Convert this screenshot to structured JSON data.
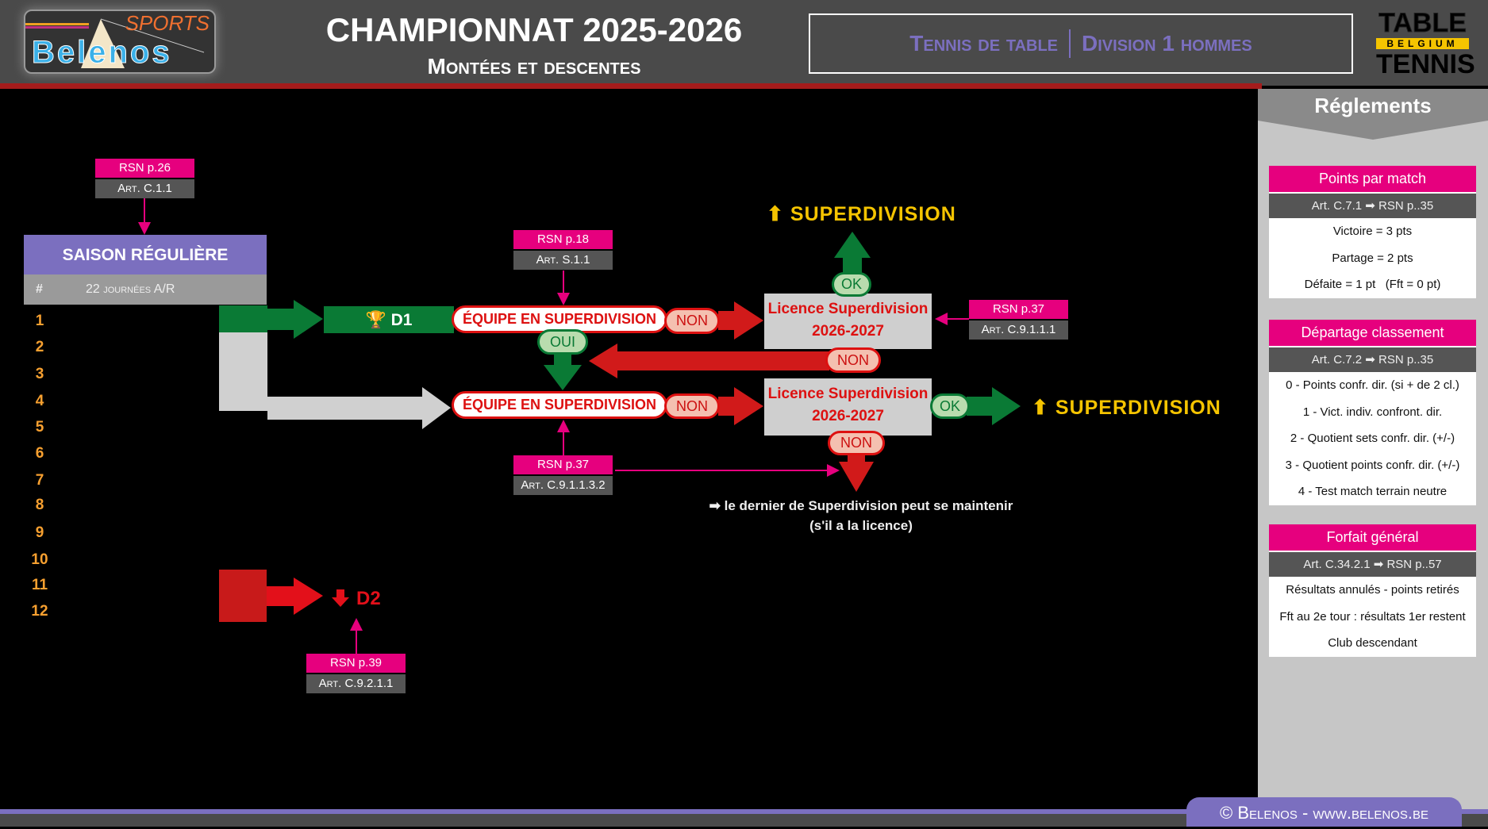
{
  "header": {
    "logo_text": "Belenos",
    "logo_sports": "SPORTS",
    "title": "CHAMPIONNAT 2025-2026",
    "subtitle": "Montées et descentes",
    "sport": "Tennis de table",
    "division": "Division 1 hommes",
    "tt_logo": {
      "top": "TABLE",
      "mid": "BELGIUM",
      "bottom": "TENNIS"
    }
  },
  "colors": {
    "pink": "#e6007e",
    "green": "#0a7a35",
    "red": "#d11a1a",
    "purple": "#7b6fbf",
    "gold": "#f5c400",
    "orange": "#f7a030"
  },
  "left": {
    "rsn_top": {
      "rsn": "RSN p.26",
      "art": "Art. C.1.1"
    },
    "saison": "SAISON RÉGULIÈRE",
    "hash": "#",
    "journees": "22 journées A/R",
    "ranks": [
      "1",
      "2",
      "3",
      "4",
      "5",
      "6",
      "7",
      "8",
      "9",
      "10",
      "11",
      "12"
    ]
  },
  "flow": {
    "d1": "D1",
    "equipe1": "ÉQUIPE EN SUPERDIVISION",
    "equipe2": "ÉQUIPE EN SUPERDIVISION",
    "non": "NON",
    "oui": "OUI",
    "ok": "OK",
    "licence": "Licence Superdivision",
    "licence_year": "2026-2027",
    "superdivision": "SUPERDIVISION",
    "d2": "D2",
    "rsn_p18": {
      "rsn": "RSN p.18",
      "art": "Art. S.1.1"
    },
    "rsn_p37_right": {
      "rsn": "RSN p.37",
      "art": "Art. C.9.1.1.1"
    },
    "rsn_p37_bottom": {
      "rsn": "RSN p.37",
      "art": "Art. C.9.1.1.3.2"
    },
    "rsn_p39": {
      "rsn": "RSN p.39",
      "art": "Art. C.9.2.1.1"
    },
    "note_line1": "le dernier de Superdivision peut se maintenir",
    "note_line2": "(s'il a la licence)"
  },
  "rules": {
    "title": "Réglements",
    "boxes": [
      {
        "title": "Points par match",
        "ref": "Art. C.7.1 ➡ RSN p..35",
        "lines": [
          "Victoire = 3 pts",
          "Partage = 2 pts",
          "Défaite = 1 pt   (Fft = 0 pt)"
        ]
      },
      {
        "title": "Départage classement",
        "ref": "Art. C.7.2 ➡ RSN p..35",
        "lines": [
          "0 - Points confr. dir. (si + de 2 cl.)",
          "1 - Vict. indiv. confront. dir.",
          "2 - Quotient sets confr. dir. (+/-)",
          "3 - Quotient points confr. dir. (+/-)",
          "4 - Test match terrain neutre"
        ]
      },
      {
        "title": "Forfait général",
        "ref": "Art. C.34.2.1 ➡ RSN p..57",
        "lines": [
          "Résultats annulés - points retirés",
          "Fft au 2e tour : résultats 1er restent",
          "Club descendant"
        ]
      }
    ]
  },
  "footer": {
    "copyright": "© Belenos - www.belenos.be"
  }
}
